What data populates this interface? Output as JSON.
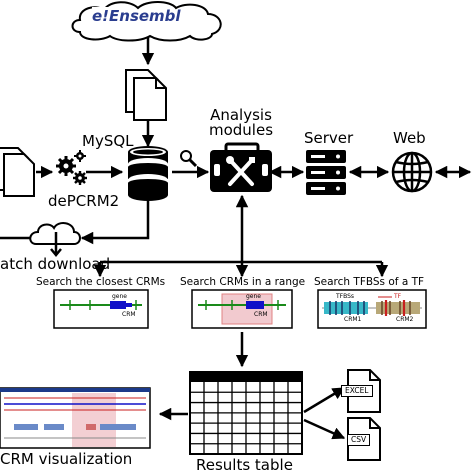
{
  "source": {
    "logo_text": "Ensembl",
    "logo_mark": "e!"
  },
  "nodes": {
    "mysql": "MySQL",
    "depcrm2": "dePCRM2",
    "analysis": "Analysis\nmodules",
    "server": "Server",
    "web": "Web",
    "batch": "atch download"
  },
  "queries": {
    "closest": "Search the closest CRMs",
    "range": "Search CRMs in a range",
    "tfbs": "Search TFBSs of a TF"
  },
  "thumbs": {
    "closest": {
      "gene": "gene",
      "crm": "CRM"
    },
    "range": {
      "gene": "gene",
      "crm": "CRM"
    },
    "tfbs": {
      "tfbss": "TFBSs",
      "tf": "TF",
      "crm1": "CRM1",
      "crm2": "CRM2"
    }
  },
  "outputs": {
    "results": "Results table",
    "visualization": "CRM visualization",
    "excel": "EXCEL",
    "csv": "CSV"
  },
  "icons": [
    "ensembl-cloud-icon",
    "document-stack-icon",
    "gears-icon",
    "database-icon",
    "magnifier-icon",
    "toolbox-icon",
    "server-rack-icon",
    "globe-icon",
    "cloud-download-icon",
    "table-icon",
    "file-icon"
  ],
  "colors": {
    "gene_blue": "#1010c8",
    "crm_green": "#1a8a1a",
    "tf_red": "#c81e1e",
    "highlight_pink": "#e8a0a8",
    "tfbs_teal": "#38b8c8",
    "ensembl_blue": "#2a3d8f"
  }
}
